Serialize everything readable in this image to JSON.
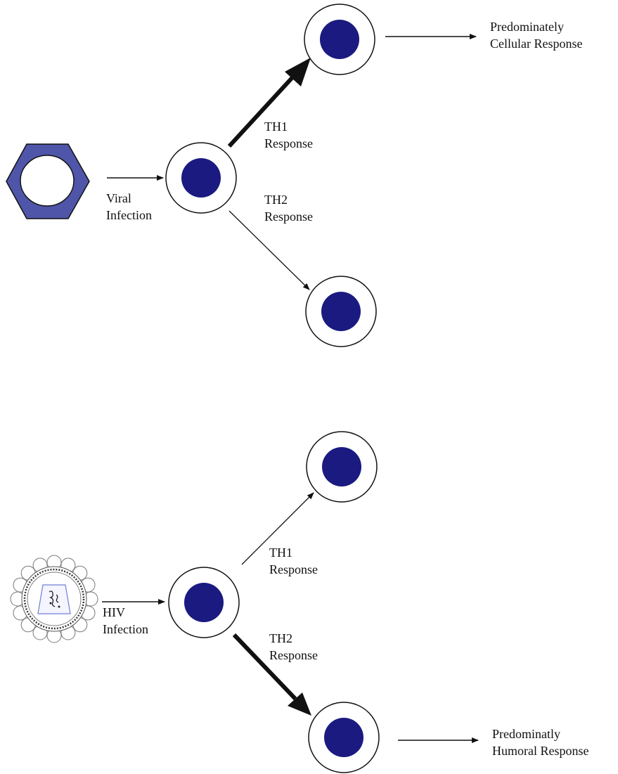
{
  "colors": {
    "nucleus": "#1a1a80",
    "virus_fill": "#4f55a8",
    "line": "#111111",
    "hiv_capsid": "#6f7fd8"
  },
  "top_panel": {
    "pathogen_icon": "hexagon-virus-icon",
    "infection_label": [
      "Viral",
      "Infection"
    ],
    "th1_label": [
      "TH1",
      "Response"
    ],
    "th2_label": [
      "TH2",
      "Response"
    ],
    "outcome_label": [
      "Predominately",
      "Cellular Response"
    ]
  },
  "bottom_panel": {
    "pathogen_icon": "hiv-virion-icon",
    "infection_label": [
      "HIV",
      "Infection"
    ],
    "th1_label": [
      "TH1",
      "Response"
    ],
    "th2_label": [
      "TH2",
      "Response"
    ],
    "outcome_label": [
      "Predominatly",
      "Humoral Response"
    ]
  }
}
